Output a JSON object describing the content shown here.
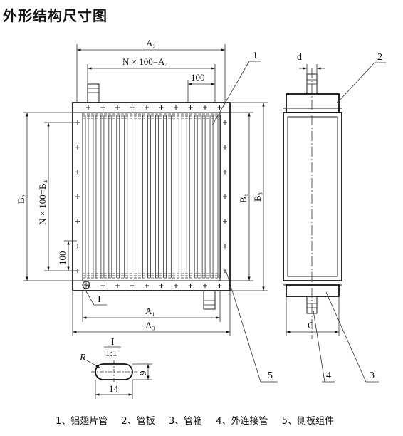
{
  "title": "外形结构尺寸图",
  "front_view": {
    "dim_top": "A₂",
    "dim_pitch_h": "N × 100=A₄",
    "dim_100_top": "100",
    "dim_left_outer": "B₂",
    "dim_pitch_v": "N × 100=B₄",
    "dim_100_left": "100",
    "dim_b1": "B₁",
    "dim_b3": "B₃",
    "dim_a1": "A₁",
    "dim_a3": "A₃",
    "callout_1": "1",
    "callout_5": "5",
    "detail_marker": "I"
  },
  "side_view": {
    "dim_d": "d",
    "dim_c": "C",
    "callout_2": "2",
    "callout_3": "3",
    "callout_4": "4"
  },
  "detail_view": {
    "label": "I",
    "scale": "1:1",
    "radius": "R",
    "height": "9",
    "width": "14"
  },
  "legend": [
    "1、铝翅片管",
    "2、管板",
    "3、管箱",
    "4、外连接管",
    "5、侧板组件"
  ]
}
